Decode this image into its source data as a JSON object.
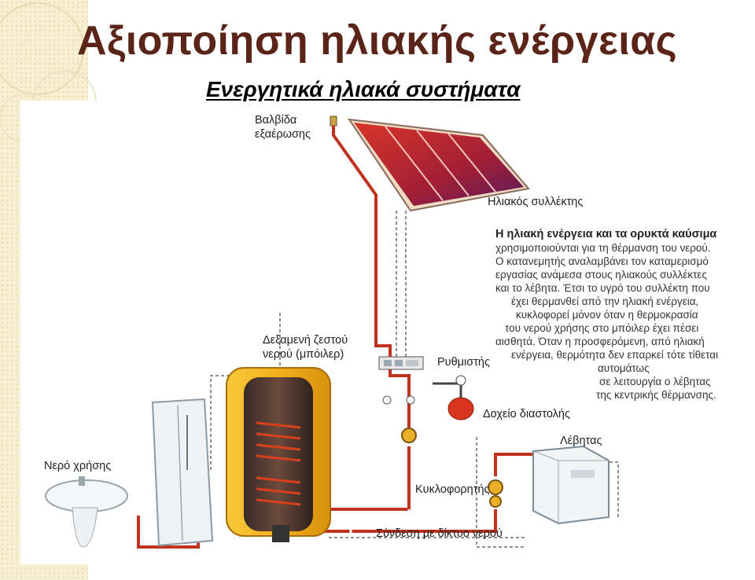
{
  "slide": {
    "title": "Αξιοποίηση ηλιακής ενέργειας",
    "subtitle": "Ενεργητικά ηλιακά συστήματα"
  },
  "diagram": {
    "labels": {
      "vent_valve": [
        "Βαλβίδα",
        "εξαέρωσης"
      ],
      "solar_collector": "Ηλιακός συλλέκτης",
      "hot_water_tank": [
        "Δεξαμενή ζεστού",
        "νερού (μπόιλερ)"
      ],
      "controller": "Ρυθμιστής",
      "expansion_tank": "Δοχείο διαστολής",
      "boiler": "Λέβητας",
      "circulator": "Κυκλοφορητής",
      "usage_water": "Νερό χρήσης",
      "network_connection": "Σύνδεση με δίκτυο νερού"
    },
    "description": {
      "heading": "Η ηλιακή ενέργεια και τα ορυκτά καύσιμα",
      "lines": [
        "χρησιμοποιούνται για τη θέρμανση του νερού.",
        "Ο κατανεμητής αναλαμβάνει τον καταμερισμό",
        "εργασίας ανάμεσα στους ηλιακούς συλλέκτες",
        "και το λέβητα. Έτσι το υγρό του συλλέκτη που",
        "έχει θερμανθεί από την ηλιακή ενέργεια,",
        "κυκλοφορεί μόνον όταν η θερμοκρασία",
        "του νερού χρήσης στο μπόιλερ έχει πέσει",
        "αισθητά. Όταν η προσφερόμενη, από ηλιακή",
        "ενέργεια, θερμότητα δεν επαρκεί τότε τίθεται",
        "αυτομάτως",
        "σε λειτουργία ο λέβητας",
        "της κεντρικής θέρμανσης."
      ]
    },
    "colors": {
      "title": "#5a2418",
      "pipe_hot": "#c0321e",
      "panel": "#a8202a",
      "tank": "#f2b21e",
      "expansion_tank": "#d9341e"
    }
  }
}
